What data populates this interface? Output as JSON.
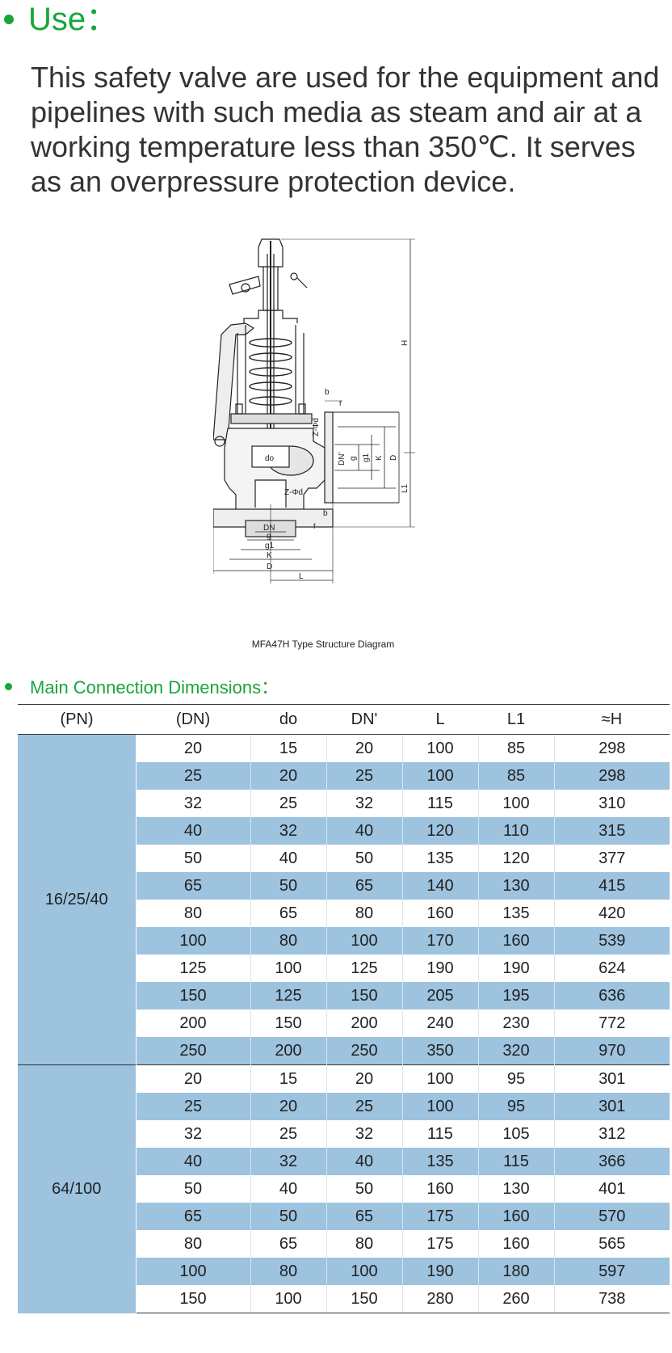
{
  "use": {
    "title": "Use：",
    "text": "This safety valve are used for the equipment and pipelines with such media as steam and air at a working temperature less than 350℃. It serves as an overpressure protection device."
  },
  "diagram": {
    "caption": "MFA47H Type Structure Diagram",
    "labels": {
      "H": "H",
      "b1": "b",
      "f1": "f",
      "zd1": "Z-Φd",
      "dn1": "DN'",
      "g1": "g",
      "gg1": "g1",
      "k1": "K",
      "d1": "D",
      "l1": "L1",
      "do": "do",
      "zd2": "Z-Φd",
      "b2": "b",
      "f2": "f",
      "dn2": "DN",
      "g2": "g",
      "gg2": "g1",
      "k2": "K",
      "d2": "D",
      "l2": "L"
    }
  },
  "section": {
    "title": "Main Connection Dimensions："
  },
  "table": {
    "headers": [
      "(PN)",
      "(DN)",
      "do",
      "DN'",
      "L",
      "L1",
      "≈H"
    ],
    "groups": [
      {
        "pn": "16/25/40",
        "rows": [
          [
            "20",
            "15",
            "20",
            "100",
            "85",
            "298"
          ],
          [
            "25",
            "20",
            "25",
            "100",
            "85",
            "298"
          ],
          [
            "32",
            "25",
            "32",
            "115",
            "100",
            "310"
          ],
          [
            "40",
            "32",
            "40",
            "120",
            "110",
            "315"
          ],
          [
            "50",
            "40",
            "50",
            "135",
            "120",
            "377"
          ],
          [
            "65",
            "50",
            "65",
            "140",
            "130",
            "415"
          ],
          [
            "80",
            "65",
            "80",
            "160",
            "135",
            "420"
          ],
          [
            "100",
            "80",
            "100",
            "170",
            "160",
            "539"
          ],
          [
            "125",
            "100",
            "125",
            "190",
            "190",
            "624"
          ],
          [
            "150",
            "125",
            "150",
            "205",
            "195",
            "636"
          ],
          [
            "200",
            "150",
            "200",
            "240",
            "230",
            "772"
          ],
          [
            "250",
            "200",
            "250",
            "350",
            "320",
            "970"
          ]
        ]
      },
      {
        "pn": "64/100",
        "rows": [
          [
            "20",
            "15",
            "20",
            "100",
            "95",
            "301"
          ],
          [
            "25",
            "20",
            "25",
            "100",
            "95",
            "301"
          ],
          [
            "32",
            "25",
            "32",
            "115",
            "105",
            "312"
          ],
          [
            "40",
            "32",
            "40",
            "135",
            "115",
            "366"
          ],
          [
            "50",
            "40",
            "50",
            "160",
            "130",
            "401"
          ],
          [
            "65",
            "50",
            "65",
            "175",
            "160",
            "570"
          ],
          [
            "80",
            "65",
            "80",
            "175",
            "160",
            "565"
          ],
          [
            "100",
            "80",
            "100",
            "190",
            "180",
            "597"
          ],
          [
            "150",
            "100",
            "150",
            "280",
            "260",
            "738"
          ]
        ]
      }
    ]
  }
}
